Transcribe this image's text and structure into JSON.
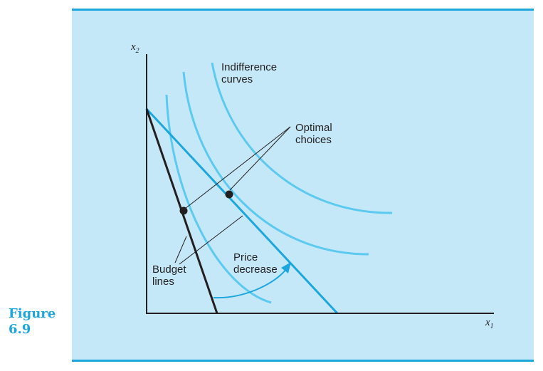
{
  "figure": {
    "label_word": "Figure",
    "label_number": "6.9"
  },
  "axes": {
    "x_symbol": "x",
    "x_subscript": "1",
    "y_symbol": "x",
    "y_subscript": "2"
  },
  "annotations": {
    "indifference_line1": "Indifference",
    "indifference_line2": "curves",
    "optimal_line1": "Optimal",
    "optimal_line2": "choices",
    "budget_line1": "Budget",
    "budget_line2": "lines",
    "price_line1": "Price",
    "price_line2": "decrease"
  },
  "colors": {
    "panel_background": "#c5e8f8",
    "accent_blue": "#1ba6de",
    "curve_light_blue": "#5ccaf0",
    "ink": "#231f20"
  }
}
